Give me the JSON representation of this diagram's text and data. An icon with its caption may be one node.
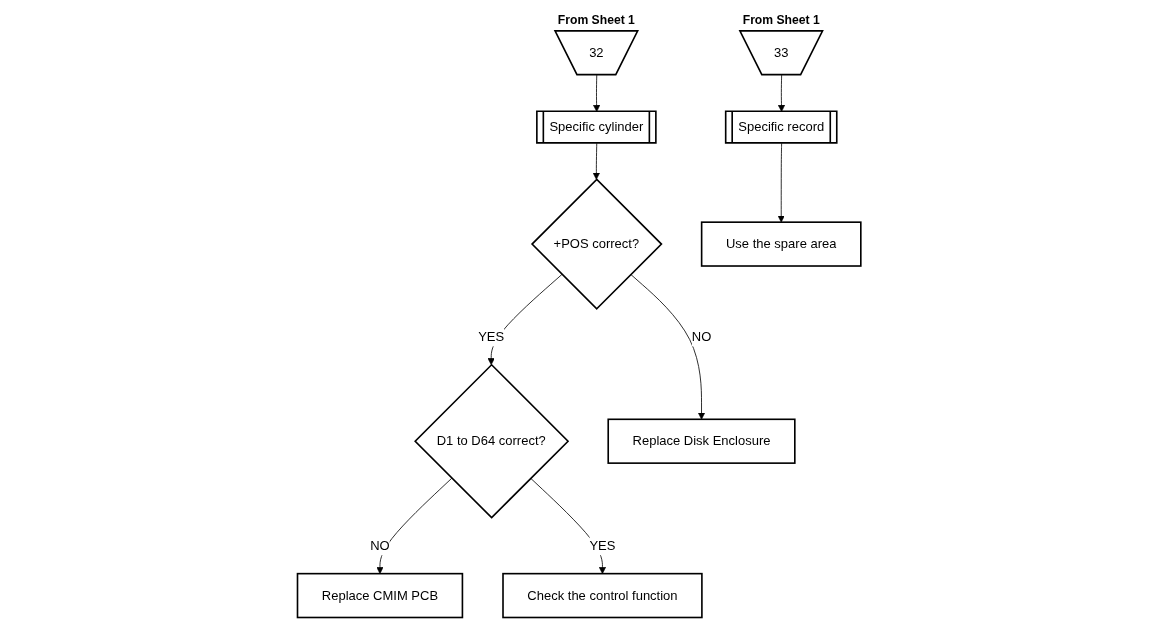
{
  "diagram": {
    "nodes": [
      {
        "text": [
          "32"
        ],
        "beside": [
          "From Sheet 1"
        ]
      },
      {
        "text": [
          "Specific cylinder"
        ]
      },
      {
        "text": [
          "+POS correct?"
        ]
      },
      {
        "text": [
          "D1 to D64 correct?"
        ]
      },
      {
        "text": [
          "Replace Disk Enclosure"
        ]
      },
      {
        "text": [
          "Replace CMIM PCB"
        ]
      },
      {
        "text": [
          "Check the control function"
        ]
      },
      {
        "text": [
          "33"
        ],
        "beside": [
          "From Sheet 1"
        ]
      },
      {
        "text": [
          "Specific record"
        ]
      },
      {
        "text": [
          "Use the spare area"
        ]
      }
    ],
    "edges": [
      {
        "from": 0,
        "to": 1,
        "arrow": "to"
      },
      {
        "from": 1,
        "to": 2,
        "arrow": "to"
      },
      {
        "from": 2,
        "to": 3,
        "arrow": "to",
        "label": "YES"
      },
      {
        "from": 2,
        "to": 4,
        "arrow": "to",
        "label": "NO"
      },
      {
        "from": 3,
        "to": 5,
        "arrow": "to",
        "label": "NO"
      },
      {
        "from": 3,
        "to": 6,
        "arrow": "to",
        "label": "YES"
      },
      {
        "from": 7,
        "to": 8,
        "arrow": "to"
      },
      {
        "from": 8,
        "to": 9,
        "arrow": "to"
      }
    ]
  }
}
